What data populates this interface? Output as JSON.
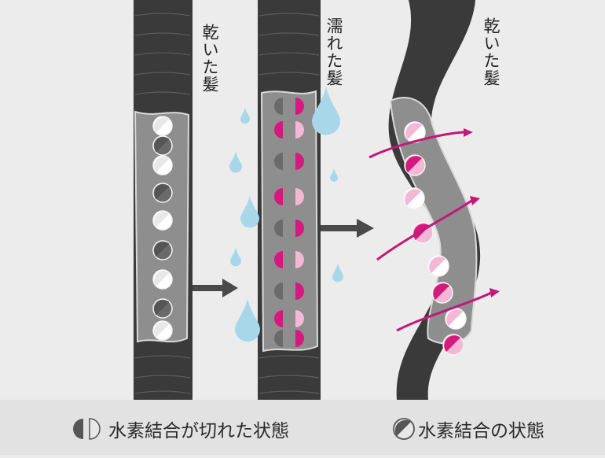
{
  "labels": {
    "hair1": "乾いた髪",
    "hair2": "濡れた髪",
    "hair3": "乾いた髪"
  },
  "legend": {
    "broken": "水素結合が切れた状態",
    "bonded": "水素結合の状態"
  },
  "colors": {
    "hair": "#3a3a3a",
    "cortex": "#8e8e8e",
    "bond_dark": "#555555",
    "bond_light": "#e8e8e8",
    "magenta": "#d6197e",
    "pink": "#f3b8d6",
    "water": "#a9d7ea",
    "arrow": "#4a4a4a"
  }
}
